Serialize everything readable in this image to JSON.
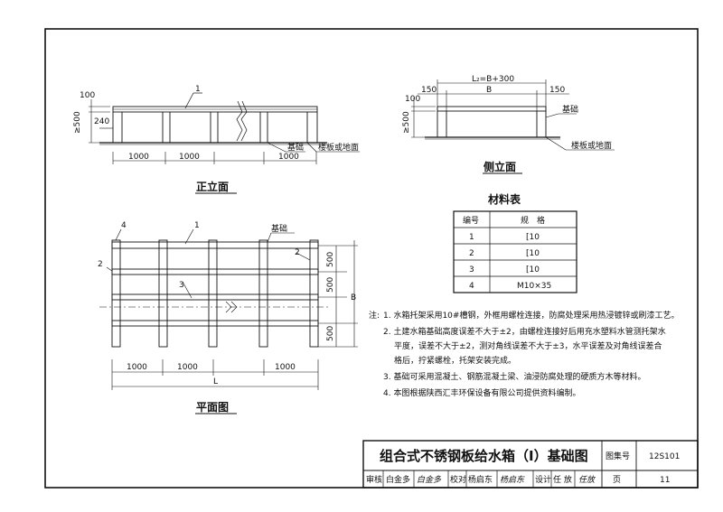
{
  "drawing_title": "组合式不锈钢板给水箱（Ⅰ）基础图",
  "front_view": {
    "title": "正立面",
    "item_1": "1",
    "dim_top": "100",
    "dim_left_height": "≥500",
    "dim_240": "240",
    "dim_1000_a": "1000",
    "dim_1000_b": "1000",
    "dim_1000_c": "1000",
    "label_foundation": "基础",
    "label_floor": "楼板或地面"
  },
  "side_view": {
    "title": "侧立面",
    "dim_total": "L₂=B+300",
    "dim_b": "B",
    "dim_150_left": "150",
    "dim_150_right": "150",
    "dim_top": "100",
    "dim_left_height": "≥500",
    "label_foundation": "基础",
    "label_floor": "楼板或地面"
  },
  "materials": {
    "title": "材料表",
    "headers": [
      "编号",
      "规　格"
    ],
    "rows": [
      [
        "1",
        "[10"
      ],
      [
        "2",
        "[10"
      ],
      [
        "3",
        "[10"
      ],
      [
        "4",
        "M10×35"
      ]
    ]
  },
  "plan_view": {
    "title": "平面图",
    "item_4": "4",
    "item_1": "1",
    "item_2_left": "2",
    "item_2_right": "2",
    "item_3": "3",
    "label_foundation": "基础",
    "dim_500_a": "500",
    "dim_500_b": "500",
    "dim_500_c": "500",
    "dim_b": "B",
    "dim_1000_a": "1000",
    "dim_1000_b": "1000",
    "dim_1000_c": "1000",
    "dim_l": "L"
  },
  "notes": {
    "prefix": "注:",
    "lines": [
      "1. 水箱托架采用10#槽钢，外框用螺栓连接，防腐处理采用热浸镀锌或刷漆工艺。",
      "2. 土建水箱基础高度误差不大于±2，由螺栓连接好后用充水塑料水管测托架水",
      "平度，误差不大于±2，测对角线误差不大于±3，水平误差及对角线误差合",
      "格后，拧紧螺栓，托架安装完成。",
      "3. 基础可采用混凝土、钢筋混凝土梁、油浸防腐处理的硬质方木等材料。",
      "4. 本图根据陕西汇丰环保设备有限公司提供资料编制。"
    ]
  },
  "title_block": {
    "atlas_label": "图集号",
    "atlas_no": "12S101",
    "page_label": "页",
    "page_no": "11",
    "review_label": "审核",
    "review_name": "白金多",
    "review_sign": "白金多",
    "check_label": "校对",
    "check_name": "杨启东",
    "check_sign": "杨启东",
    "design_label": "设计",
    "design_name": "任 放",
    "design_sign": "任放"
  }
}
